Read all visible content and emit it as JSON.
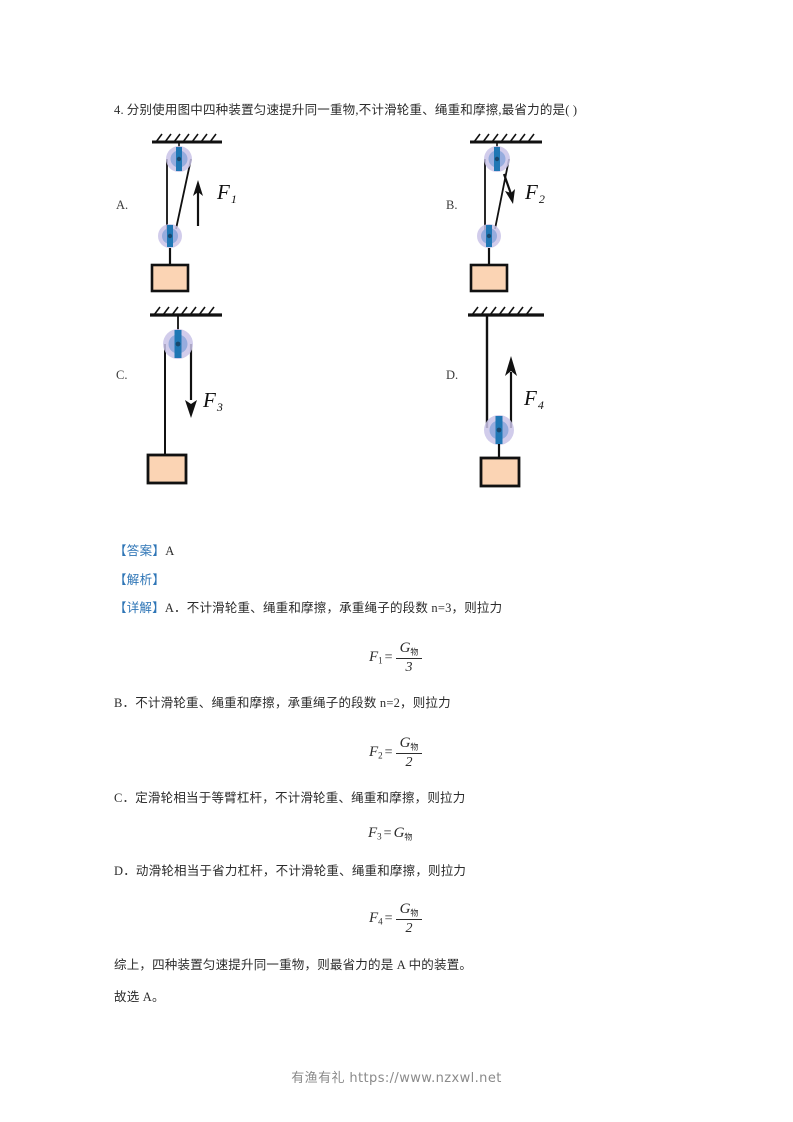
{
  "question": {
    "number": "4.",
    "text": "分别使用图中四种装置匀速提升同一重物,不计滑轮重、绳重和摩擦,最省力的是(        )"
  },
  "figures": [
    {
      "key": "A",
      "label": "A.",
      "force_symbol": "F",
      "force_sub": "1",
      "force_direction": "up",
      "description": "fixed-pulley-and-movable-pulley-three-segments"
    },
    {
      "key": "B",
      "label": "B.",
      "force_symbol": "F",
      "force_sub": "2",
      "force_direction": "down",
      "description": "fixed-pulley-and-movable-pulley-two-segments"
    },
    {
      "key": "C",
      "label": "C.",
      "force_symbol": "F",
      "force_sub": "3",
      "force_direction": "down",
      "description": "single-fixed-pulley"
    },
    {
      "key": "D",
      "label": "D.",
      "force_symbol": "F",
      "force_sub": "4",
      "force_direction": "up",
      "description": "single-movable-pulley"
    }
  ],
  "answer": {
    "tag": "【答案】",
    "value": "A"
  },
  "analysis": {
    "tag": "【解析】"
  },
  "detail": {
    "tag": "【详解】",
    "a_text": "A．不计滑轮重、绳重和摩擦，承重绳子的段数 n=3，则拉力",
    "b_text": "B．不计滑轮重、绳重和摩擦，承重绳子的段数 n=2，则拉力",
    "c_text": "C．定滑轮相当于等臂杠杆，不计滑轮重、绳重和摩擦，则拉力",
    "d_text": "D．动滑轮相当于省力杠杆，不计滑轮重、绳重和摩擦，则拉力",
    "summary": "综上，四种装置匀速提升同一重物，则最省力的是 A 中的装置。",
    "choose": "故选 A。"
  },
  "formulas": [
    {
      "key": "f1",
      "lhs": "F",
      "lhs_sub": "1",
      "eq": "=",
      "numerator": "G",
      "numerator_sub": "物",
      "denominator": "3"
    },
    {
      "key": "f2",
      "lhs": "F",
      "lhs_sub": "2",
      "eq": "=",
      "numerator": "G",
      "numerator_sub": "物",
      "denominator": "2"
    },
    {
      "key": "f3",
      "lhs": "F",
      "lhs_sub": "3",
      "eq": "=",
      "numerator": "G",
      "numerator_sub": "物",
      "denominator": ""
    },
    {
      "key": "f4",
      "lhs": "F",
      "lhs_sub": "4",
      "eq": "=",
      "numerator": "G",
      "numerator_sub": "物",
      "denominator": "2"
    }
  ],
  "footer": {
    "text": "有渔有礼 https://www.nzxwl.net"
  },
  "colors": {
    "accent_blue": "#2e75b6",
    "block_fill": "#fbd4b4",
    "pulley_outer": "#c9c3e8",
    "pulley_inner": "#8fa8dd",
    "pulley_axle": "#1f77b4",
    "text": "#2b2b2b",
    "footer_text": "#8a8a8a"
  }
}
